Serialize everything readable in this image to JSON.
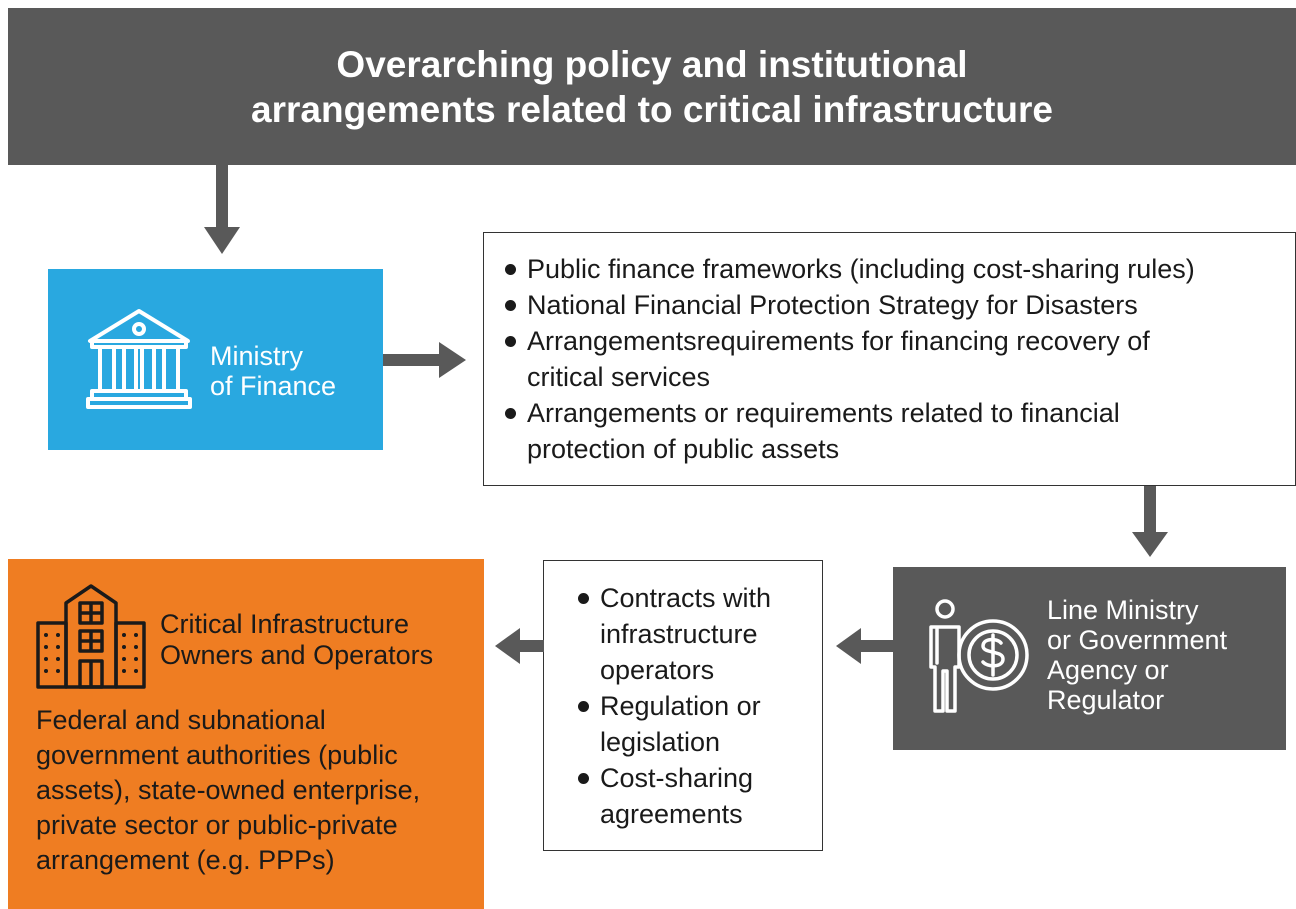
{
  "header": {
    "line1": "Overarching policy and institutional",
    "line2": "arrangements related to critical infrastructure"
  },
  "ministry_of_finance": {
    "icon": "bank-building-icon",
    "line1": "Ministry",
    "line2": "of Finance"
  },
  "finance_instruments": {
    "items": [
      {
        "line1": "Public finance frameworks (including cost-sharing rules)"
      },
      {
        "line1": "National Financial Protection Strategy for Disasters"
      },
      {
        "line1": "Arrangementsrequirements for financing recovery of",
        "line2": "critical services"
      },
      {
        "line1": "Arrangements or requirements related to financial",
        "line2": "protection of public assets"
      }
    ]
  },
  "line_ministry": {
    "icon": "person-dollar-icon",
    "line1": "Line Ministry",
    "line2": "or Government",
    "line3": "Agency or",
    "line4": "Regulator"
  },
  "regulatory_instruments": {
    "items": [
      {
        "line1": "Contracts with",
        "line2": "infrastructure",
        "line3": "operators"
      },
      {
        "line1": "Regulation or",
        "line2": "legislation"
      },
      {
        "line1": "Cost-sharing",
        "line2": "agreements"
      }
    ]
  },
  "operators": {
    "icon": "building-icon",
    "title_line1": "Critical Infrastructure",
    "title_line2": "Owners and Operators",
    "desc_line1": "Federal and subnational",
    "desc_line2": "government authorities (public",
    "desc_line3": "assets), state-owned enterprise,",
    "desc_line4": "private sector or public-private",
    "desc_line5": "arrangement (e.g. PPPs)"
  },
  "colors": {
    "banner": "#595959",
    "ministry_of_finance": "#29a8e0",
    "line_ministry": "#595959",
    "operators": "#ef7d22",
    "arrow": "#595959"
  }
}
